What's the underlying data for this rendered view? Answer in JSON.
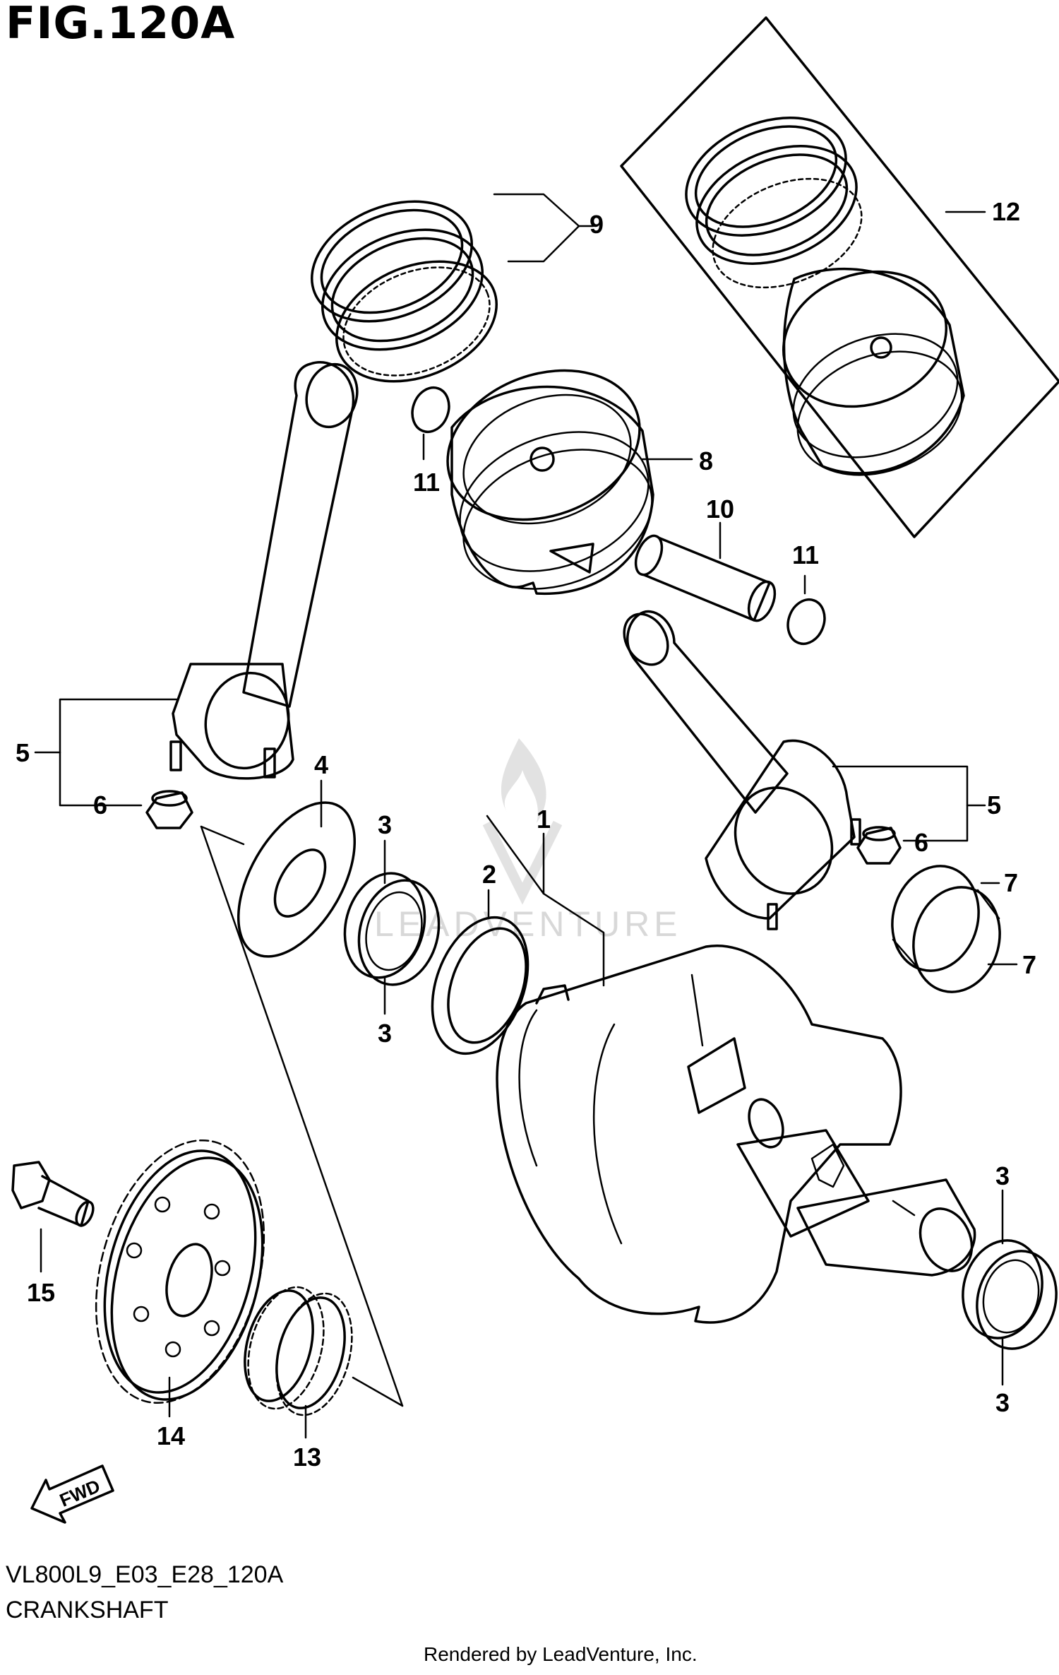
{
  "figure": {
    "title": "FIG.120A",
    "model_code": "VL800L9_E03_E28_120A",
    "section": "CRANKSHAFT",
    "credit": "Rendered by LeadVenture, Inc.",
    "watermark": "LEADVENTURE",
    "direction_label": "FWD"
  },
  "callouts": [
    {
      "key": "c1",
      "label": "1"
    },
    {
      "key": "c2",
      "label": "2"
    },
    {
      "key": "c3a",
      "label": "3"
    },
    {
      "key": "c3b",
      "label": "3"
    },
    {
      "key": "c3c",
      "label": "3"
    },
    {
      "key": "c3d",
      "label": "3"
    },
    {
      "key": "c4",
      "label": "4"
    },
    {
      "key": "c5a",
      "label": "5"
    },
    {
      "key": "c5b",
      "label": "5"
    },
    {
      "key": "c6a",
      "label": "6"
    },
    {
      "key": "c6b",
      "label": "6"
    },
    {
      "key": "c7a",
      "label": "7"
    },
    {
      "key": "c7b",
      "label": "7"
    },
    {
      "key": "c8",
      "label": "8"
    },
    {
      "key": "c9",
      "label": "9"
    },
    {
      "key": "c10",
      "label": "10"
    },
    {
      "key": "c11a",
      "label": "11"
    },
    {
      "key": "c11b",
      "label": "11"
    },
    {
      "key": "c12",
      "label": "12"
    },
    {
      "key": "c13",
      "label": "13"
    },
    {
      "key": "c14",
      "label": "14"
    },
    {
      "key": "c15",
      "label": "15"
    }
  ]
}
